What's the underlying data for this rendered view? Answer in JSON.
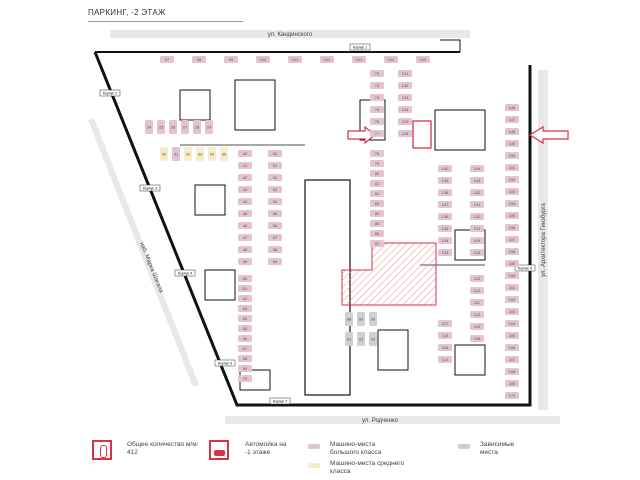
{
  "title": "ПАРКИНГ, -2 ЭТАЖ",
  "streets": {
    "top": "ул. Кандинского",
    "right": "ул. Архитектора Гинзбурга",
    "bottom": "ул. Родченко",
    "left": "наб. Марка Шагала"
  },
  "corpus": [
    "Корпус 1",
    "Корпус 2",
    "Корпус 3",
    "Корпус 4",
    "Корпус 5",
    "Корпус 6",
    "Корпус 7"
  ],
  "legend": {
    "total": "Общее количество м/м: 412",
    "wash": "Автомойка на -1 этаже",
    "large": "Машино-места большого класса",
    "medium": "Машино-места среднего класса",
    "dependent": "Зависимые места"
  },
  "colors": {
    "accent": "#d6324a",
    "large": "#e3c3cf",
    "medium": "#f6ecc8",
    "dependent": "#cfcfcf",
    "wall": "#111111"
  },
  "spots": {
    "top_row": [
      "97",
      "98",
      "99",
      "100",
      "101",
      "102",
      "103",
      "104",
      "105"
    ],
    "right_col": [
      "146",
      "147",
      "148",
      "149",
      "150",
      "151",
      "152",
      "153",
      "154",
      "155",
      "156",
      "157",
      "158",
      "159",
      "160",
      "161",
      "162",
      "163",
      "164",
      "165",
      "166",
      "167",
      "168",
      "169",
      "170"
    ],
    "col_470": [
      "144",
      "143",
      "142",
      "141",
      "120",
      "121",
      "119",
      "118",
      "113",
      "112",
      "111",
      "110",
      "109",
      "108"
    ],
    "col_440": [
      "140",
      "139",
      "138",
      "137",
      "136",
      "135",
      "134",
      "133",
      "117",
      "116",
      "115",
      "114"
    ],
    "col_405": [
      "131",
      "132",
      "133",
      "134",
      "129",
      "128"
    ],
    "col_378": [
      "72",
      "73",
      "74",
      "75",
      "76",
      "77",
      "78",
      "79",
      "80",
      "81",
      "82",
      "83",
      "84",
      "85",
      "86",
      "87"
    ],
    "col_270": [
      "50",
      "51",
      "52",
      "53",
      "54",
      "55",
      "56",
      "57",
      "58",
      "59"
    ],
    "col_240": [
      "40",
      "41",
      "42",
      "43",
      "44",
      "45",
      "46",
      "47",
      "48",
      "49"
    ],
    "left_row": [
      "24",
      "25",
      "26",
      "27",
      "28",
      "29"
    ],
    "medium_row": [
      "30",
      "31",
      "32",
      "33",
      "34",
      "35"
    ],
    "col_300": [
      "60",
      "61",
      "62",
      "63",
      "64",
      "65",
      "66",
      "67",
      "68",
      "69",
      "70"
    ],
    "dependent": [
      "88",
      "89",
      "90",
      "91",
      "92",
      "93"
    ]
  }
}
